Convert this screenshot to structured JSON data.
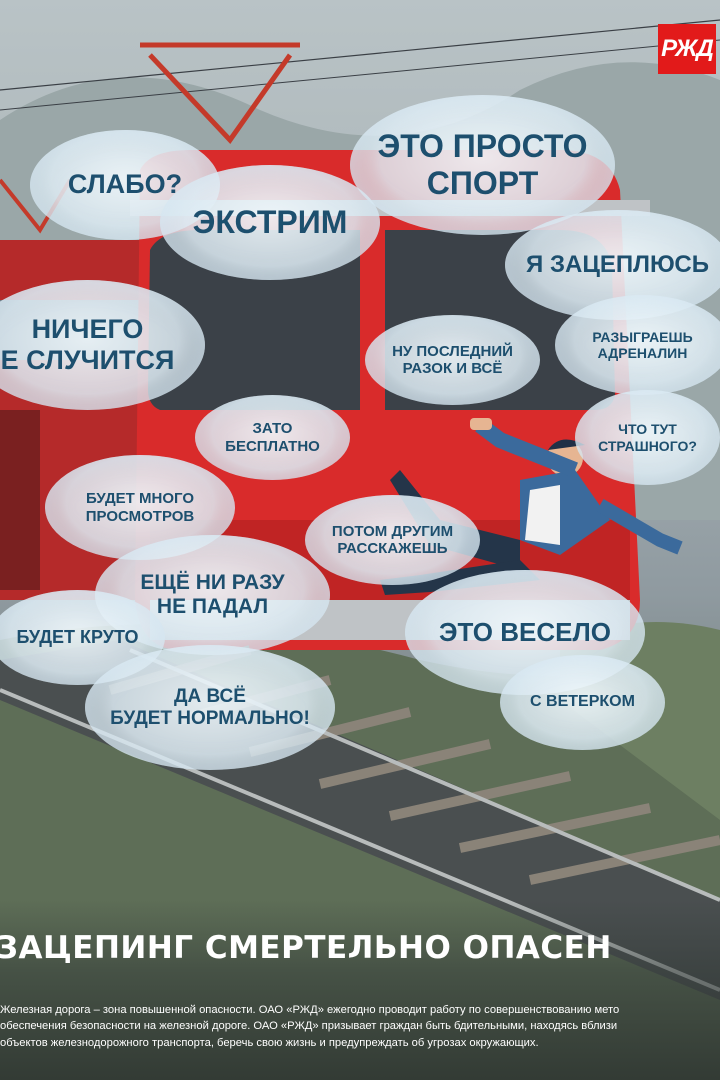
{
  "brand": {
    "logo_text": "РЖД",
    "logo_color": "#e21a1a"
  },
  "colors": {
    "cloud_text": "#1d4f6e",
    "train_red": "#d92b2b",
    "headline": "#ffffff"
  },
  "bubbles": [
    {
      "lines": [
        "СЛАБО?"
      ]
    },
    {
      "lines": [
        "ЭТО ПРОСТО",
        "СПОРТ"
      ]
    },
    {
      "lines": [
        "ЭКСТРИМ"
      ]
    },
    {
      "lines": [
        "Я ЗАЦЕПЛЮСЬ"
      ]
    },
    {
      "lines": [
        "НИЧЕГО",
        "Е СЛУЧИТСЯ"
      ]
    },
    {
      "lines": [
        "НУ ПОСЛЕДНИЙ",
        "РАЗОК И ВСЁ"
      ]
    },
    {
      "lines": [
        "РАЗЫГРАЕШЬ",
        "АДРЕНАЛИН"
      ]
    },
    {
      "lines": [
        "ЗАТО",
        "БЕСПЛАТНО"
      ]
    },
    {
      "lines": [
        "ЧТО ТУТ",
        "СТРАШНОГО?"
      ]
    },
    {
      "lines": [
        "БУДЕТ МНОГО",
        "ПРОСМОТРОВ"
      ]
    },
    {
      "lines": [
        "ПОТОМ ДРУГИМ",
        "РАССКАЖЕШЬ"
      ]
    },
    {
      "lines": [
        "ЕЩЁ НИ РАЗУ",
        "НЕ ПАДАЛ"
      ]
    },
    {
      "lines": [
        "БУДЕТ КРУТО"
      ]
    },
    {
      "lines": [
        "ЭТО ВЕСЕЛО"
      ]
    },
    {
      "lines": [
        "ДА ВСЁ",
        "БУДЕТ НОРМАЛЬНО!"
      ]
    },
    {
      "lines": [
        "С ВЕТЕРКОМ"
      ]
    }
  ],
  "headline": "ЗАЦЕПИНГ СМЕРТЕЛЬНО ОПАСЕН",
  "body": "Железная дорога – зона повышенной опасности. ОАО «РЖД» ежегодно проводит работу по совершенствованию мето\nобеспечения безопасности на железной дороге. ОАО «РЖД» призывает граждан быть бдительными, находясь вблизи\nобъектов железнодорожного транспорта, беречь свою жизнь и предупреждать об угрозах окружающих."
}
